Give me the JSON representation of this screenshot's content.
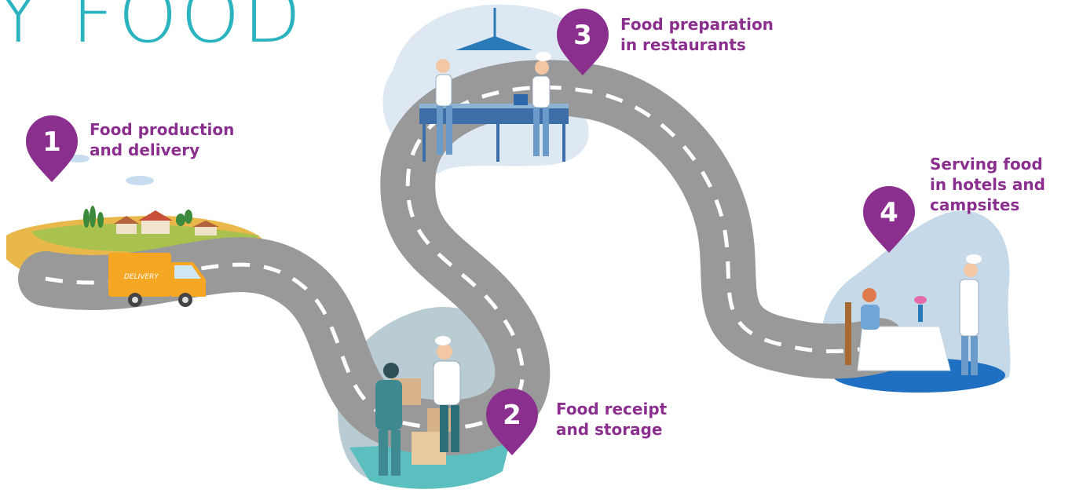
{
  "title": "Y FOOD",
  "colors": {
    "accent": "#8b2f8f",
    "road": "#999999",
    "title": "#2bb3c0"
  },
  "steps": [
    {
      "number": "1",
      "line1": "Food production",
      "line2": "and delivery"
    },
    {
      "number": "2",
      "line1": "Food receipt",
      "line2": "and storage"
    },
    {
      "number": "3",
      "line1": "Food preparation",
      "line2": "in restaurants"
    },
    {
      "number": "4",
      "line1": "Serving food",
      "line2": "in hotels and",
      "line3": "campsites"
    }
  ],
  "truck_label": "DELIVERY"
}
